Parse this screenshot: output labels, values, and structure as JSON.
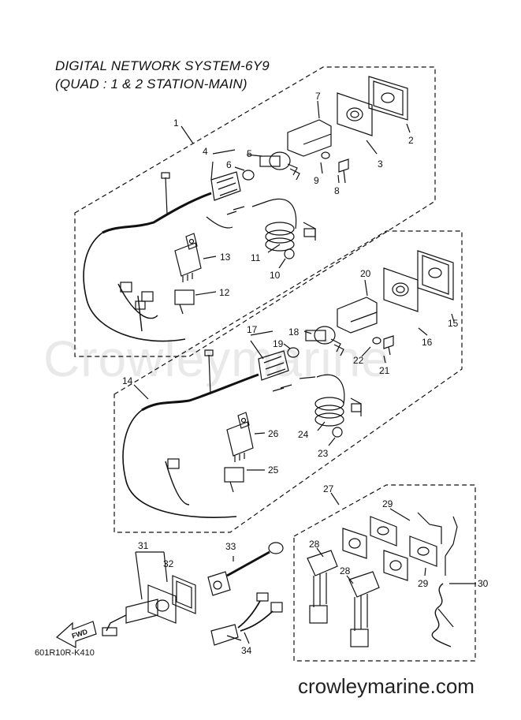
{
  "title_line1": "DIGITAL NETWORK SYSTEM-6Y9",
  "title_line2": "(QUAD : 1 & 2 STATION-MAIN)",
  "watermark": "Crowleymarine",
  "drawing_code": "601R10R-K410",
  "footer_site": "crowleymarine.com",
  "direction_label": "FWD",
  "parts": [
    "1",
    "2",
    "3",
    "4",
    "5",
    "6",
    "7",
    "8",
    "9",
    "10",
    "11",
    "12",
    "13",
    "14",
    "15",
    "16",
    "17",
    "18",
    "19",
    "20",
    "21",
    "22",
    "23",
    "24",
    "25",
    "26",
    "27",
    "28",
    "28",
    "29",
    "29",
    "30",
    "31",
    "32",
    "33",
    "34"
  ]
}
